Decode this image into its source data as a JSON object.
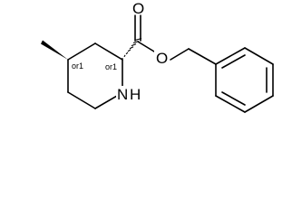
{
  "molecule": {
    "atoms": {
      "oxygen_carbonyl": "O",
      "oxygen_ester": "O",
      "nitrogen": "N",
      "hydrogen": "H"
    },
    "stereo_descriptors": {
      "c4": "or1",
      "c2": "or1"
    }
  }
}
